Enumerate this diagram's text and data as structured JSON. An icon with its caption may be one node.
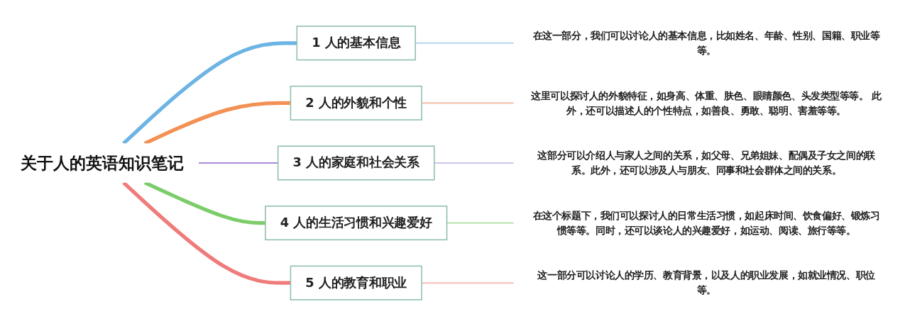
{
  "diagram": {
    "nodes": [
      {
        "text": [
          "关于人的英语知识笔记"
        ]
      },
      {
        "text": [
          "1",
          "人的基本信息"
        ]
      },
      {
        "text": [
          "2",
          "人的外貌和个性"
        ]
      },
      {
        "text": [
          "3",
          "人的家庭和社会关系"
        ]
      },
      {
        "text": [
          "4",
          "人的生活习惯和兴趣爱好"
        ]
      },
      {
        "text": [
          "5",
          "人的教育和职业"
        ]
      },
      {
        "text": [
          "在这一部分，我们可以讨论人的基本信息，比如姓名、年龄、性别、国籍、职业等等。"
        ]
      },
      {
        "text": [
          "这里可以探讨人的外貌特征，如身高、体重、肤色、眼睛颜色、头发类型等等。 此外，还可以描述人的个性特点，如善良、勇敢、聪明、害羞等等。"
        ]
      },
      {
        "text": [
          "这部分可以介绍人与家人之间的关系，如父母、兄弟姐妹、配偶及子女之间的联系。此外，还可以涉及人与朋友、同事和社会群体之间的关系。"
        ]
      },
      {
        "text": [
          "在这个标题下，我们可以探讨人的日常生活习惯，如起床时间、饮食偏好、锻炼习惯等等。同时，还可以谈论人的兴趣爱好，如运动、阅读、旅行等等。"
        ]
      },
      {
        "text": [
          "这一部分可以讨论人的学历、教育背景，以及人的职业发展，如就业情况、职位等。"
        ]
      }
    ],
    "edges": [
      {
        "from": 0,
        "to": 1,
        "arrow": "none",
        "style": "thick",
        "color": "#6cb4e4"
      },
      {
        "from": 0,
        "to": 2,
        "arrow": "none",
        "style": "thick",
        "color": "#f39054"
      },
      {
        "from": 0,
        "to": 3,
        "arrow": "none",
        "color": "#a78bd6"
      },
      {
        "from": 0,
        "to": 4,
        "arrow": "none",
        "style": "thick",
        "color": "#7ccd6a"
      },
      {
        "from": 0,
        "to": 5,
        "arrow": "none",
        "style": "thick",
        "color": "#f07b7b"
      },
      {
        "from": 1,
        "to": 6,
        "arrow": "none",
        "color": "#b5d8ef"
      },
      {
        "from": 2,
        "to": 7,
        "arrow": "none",
        "color": "#f5c6ad"
      },
      {
        "from": 3,
        "to": 8,
        "arrow": "none",
        "color": "#cfc4ea"
      },
      {
        "from": 4,
        "to": 9,
        "arrow": "none",
        "color": "#bfe6b5"
      },
      {
        "from": 5,
        "to": 10,
        "arrow": "none",
        "color": "#f5baba"
      }
    ]
  }
}
